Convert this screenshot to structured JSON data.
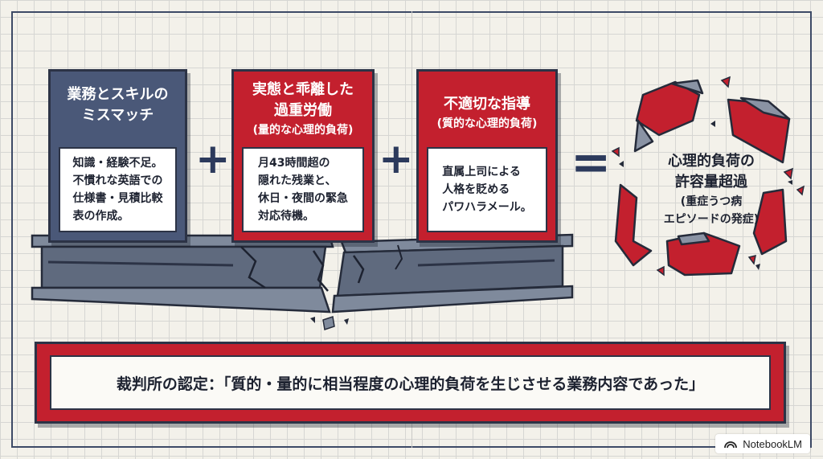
{
  "cards": [
    {
      "title": [
        "業務とスキルの",
        "ミスマッチ"
      ],
      "subtitle": "",
      "body": "知識・経験不足。\n不慣れな英語での\n仕様書・見積比較\n表の作成。",
      "color": "#4a5878"
    },
    {
      "title": [
        "実態と乖離した",
        "過重労働"
      ],
      "subtitle": "(量的な心理的負荷)",
      "body": "月43時間超の\n隠れた残業と、\n休日・夜間の緊急\n対応待機。",
      "color": "#c3202e"
    },
    {
      "title": [
        "不適切な指導"
      ],
      "subtitle": "(質的な心理的負荷)",
      "body": "直属上司による\n人格を貶める\nパワハラメール。",
      "color": "#c3202e"
    }
  ],
  "operators": {
    "plus1": "+",
    "plus2": "+",
    "equals": "="
  },
  "result": {
    "line1": "心理的負荷の",
    "line2": "許容量超過",
    "line3": "(重症うつ病",
    "line4": "エピソードの発症)"
  },
  "banner": {
    "text": "裁判所の認定：「質的・量的に相当程度の心理的負荷を生じさせる業務内容であった」"
  },
  "watermark": {
    "label": "NotebookLM"
  },
  "colors": {
    "navy": "#4a5878",
    "red": "#c3202e",
    "beam": "#6f7a8c"
  }
}
